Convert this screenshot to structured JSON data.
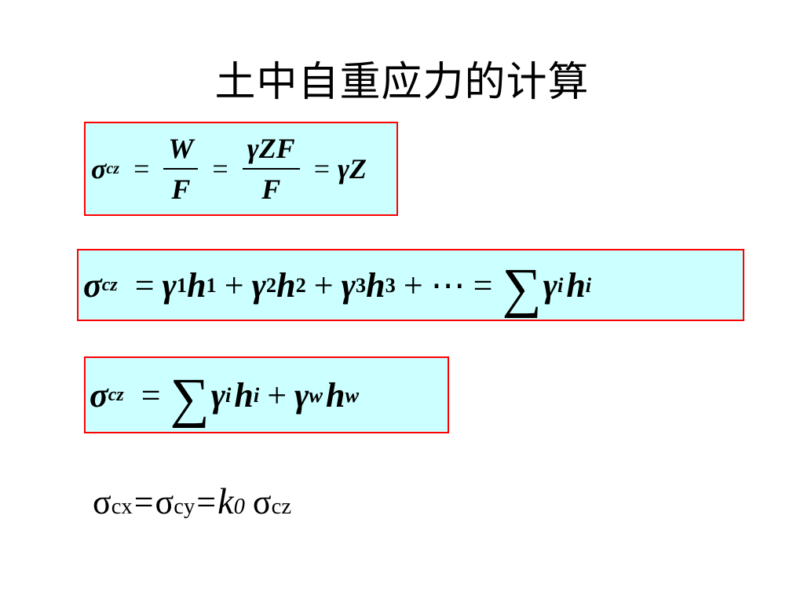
{
  "title": "土中自重应力的计算",
  "eq1": {
    "sigma": "σ",
    "sub_cz": "cz",
    "eq": "=",
    "w": "W",
    "f": "F",
    "gzf": "γZF",
    "f2": "F",
    "rhs": "γZ"
  },
  "eq2": {
    "sigma": "σ",
    "sub_cz": "cz",
    "eq": "=",
    "g": "γ",
    "h": "h",
    "n1": "1",
    "n2": "2",
    "n3": "3",
    "plus": "+",
    "dots": "⋯",
    "sum": "∑",
    "i": "i"
  },
  "eq3": {
    "sigma": "σ",
    "sub_cz": "cz",
    "eq": "=",
    "sum": "∑",
    "g": "γ",
    "h": "h",
    "i": "i",
    "plus": "+",
    "w": "w"
  },
  "eq4": {
    "sigma": "σ",
    "cx": "cx",
    "cy": "cy",
    "cz": "cz",
    "eq": "=",
    "k": "k",
    "zero": "0"
  },
  "colors": {
    "box_fill": "#ccffff",
    "box_border": "#ff0000"
  }
}
